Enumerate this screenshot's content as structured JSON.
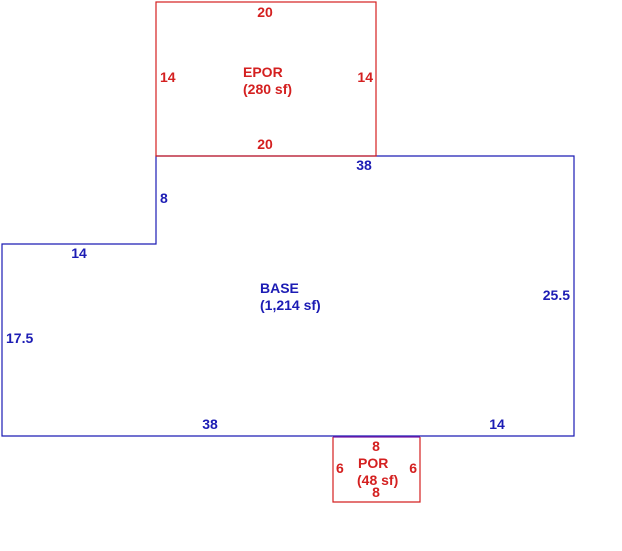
{
  "colors": {
    "epor": "#d42020",
    "base": "#1c1cb4",
    "por": "#d42020",
    "shared_edge": "#7a1aa8"
  },
  "epor": {
    "name": "EPOR",
    "area": "(280 sf)",
    "top": "20",
    "bottom": "20",
    "left": "14",
    "right": "14"
  },
  "base": {
    "name": "BASE",
    "area": "(1,214 sf)",
    "top": "38",
    "step_vertical": "8",
    "step_horizontal": "14",
    "right": "25.5",
    "left": "17.5",
    "bottom_left": "38",
    "bottom_right": "14"
  },
  "por": {
    "name": "POR",
    "area": "(48 sf)",
    "top": "8",
    "bottom": "8",
    "left": "6",
    "right": "6"
  }
}
